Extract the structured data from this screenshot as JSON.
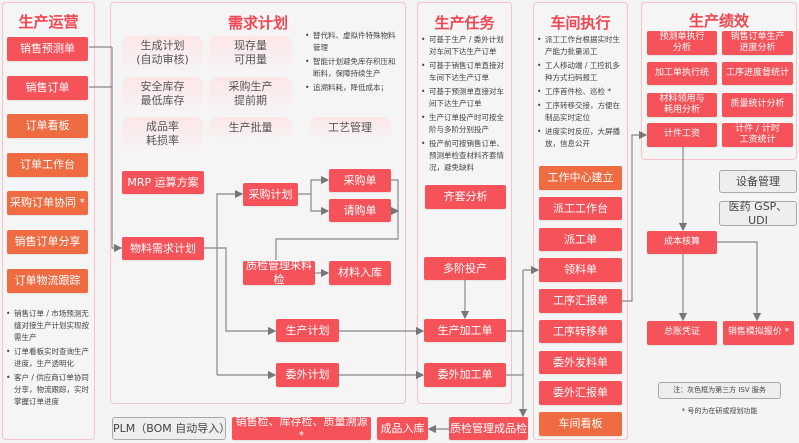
{
  "ops": {
    "title": "生产运营",
    "buttons": [
      "销售预测单",
      "销售订单",
      "订单看板",
      "订单工作台",
      "采购订单协同 *",
      "销售订单分享",
      "订单物流跟踪"
    ],
    "bullets": [
      "销售订单 / 市场预测无缝对接生产计划实现按需生产",
      "订单看板实时查询生产进度，生产透明化",
      "客户 / 供应商订单协同分享，物流跟踪，实时掌握订单进度"
    ]
  },
  "plan": {
    "title": "需求计划",
    "params": [
      "生成计划\n(自动审核)",
      "现存量\n可用量",
      "安全库存\n最低库存",
      "采购生产\n提前期",
      "成品率\n耗损率",
      "生产批量"
    ],
    "bullets": [
      "替代料、虚拟件特殊物料管理",
      "智能计划避免库存积压和断料，保障持续生产",
      "追溯料耗，降低成本；"
    ],
    "craft": "工艺管理",
    "nodes": {
      "mrp": "MRP 运算方案",
      "mrp_plan": "物料需求计划",
      "purchase_plan": "采购计划",
      "po": "采购单",
      "pr": "请购单",
      "iqc": "质检管理来料检",
      "material_in": "材料入库",
      "prod_plan": "生产计划",
      "out_plan": "委外计划"
    }
  },
  "task": {
    "title": "生产任务",
    "bullets": [
      "可基于生产 / 委外计划对车间下达生产订单",
      "可基于销售订单直接对车间下达生产订单",
      "可基于预测单直接对车间下达生产订单",
      "生产订单投产时可按全阶与多阶分别投产",
      "投产前可按销售订单、预测单检查材料齐套情况，避免缺料"
    ],
    "nodes": {
      "kit": "齐套分析",
      "multi": "多阶投产",
      "prod_order": "生产加工单",
      "out_order": "委外加工单"
    }
  },
  "shop": {
    "title": "车间执行",
    "bullets": [
      "派工工作台根据实时生产能力批量派工",
      "工人移动端 / 工控机多种方式扫码报工",
      "工序首件检、巡检 *",
      "工序转移交接，方便在制品实时定位",
      "进度实时反应，大屏播放，信息公开"
    ],
    "buttons": [
      "工作中心建立",
      "派工工作台",
      "派工单",
      "领料单",
      "工序汇报单",
      "工序转移单",
      "委外发料单",
      "委外汇报单",
      "车间看板"
    ]
  },
  "perf": {
    "title": "生产绩效",
    "items": [
      "预测单执行\n分析",
      "销售订单生产\n进度分析",
      "加工单执行统",
      "工序进度督统计",
      "材料领用与\n耗用分析",
      "质量统计分析",
      "计件工资",
      "计件 / 计时\n工资统计"
    ]
  },
  "isv": {
    "equipment": "设备管理",
    "gsp": "医药 GSP、UDI",
    "plm": "PLM（BOM 自动导入）"
  },
  "finance": {
    "cost": "成本核算",
    "ledger": "总账凭证",
    "quote": "销售模拟报价 *"
  },
  "bottom": {
    "qc": "销售检、库存检、质量溯源 *",
    "fg_in": "成品入库",
    "fqc": "质检管理成品检"
  },
  "notes": {
    "legend": "注：灰色框为第三方 ISV 服务",
    "star": "* 号的为在研或规划功能"
  },
  "colors": {
    "red": "#f5525a",
    "orange": "#ef6b42",
    "title": "#f04752"
  }
}
